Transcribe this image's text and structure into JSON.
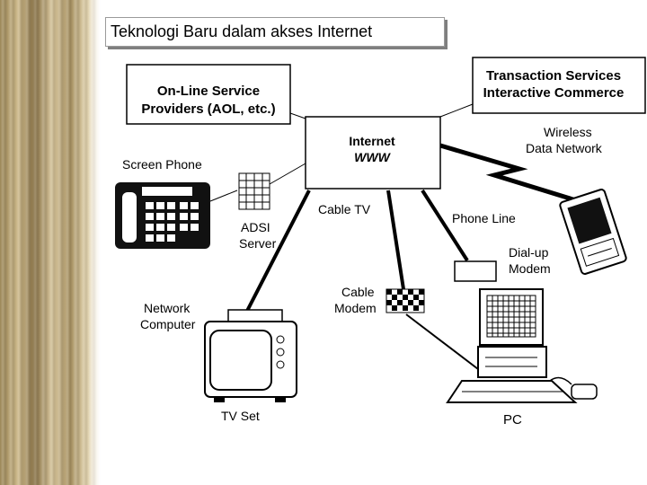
{
  "title": "Teknologi Baru dalam akses Internet",
  "nodes": {
    "online_providers": {
      "line1": "On-Line Service",
      "line2": "Providers (AOL, etc.)"
    },
    "internet": {
      "line1": "Internet",
      "line2": "WWW"
    },
    "transaction": {
      "line1": "Transaction Services",
      "line2": "Interactive Commerce"
    }
  },
  "labels": {
    "screen_phone": "Screen Phone",
    "adsi_line1": "ADSI",
    "adsi_line2": "Server",
    "cable_tv": "Cable TV",
    "phone_line": "Phone Line",
    "wireless_line1": "Wireless",
    "wireless_line2": "Data Network",
    "dialup_line1": "Dial-up",
    "dialup_line2": "Modem",
    "cable_modem_line1": "Cable",
    "cable_modem_line2": "Modem",
    "network_line1": "Network",
    "network_line2": "Computer",
    "tv_set": "TV Set",
    "pc": "PC"
  },
  "colors": {
    "line": "#000000",
    "box_border": "#000000",
    "box_fill": "#ffffff"
  }
}
